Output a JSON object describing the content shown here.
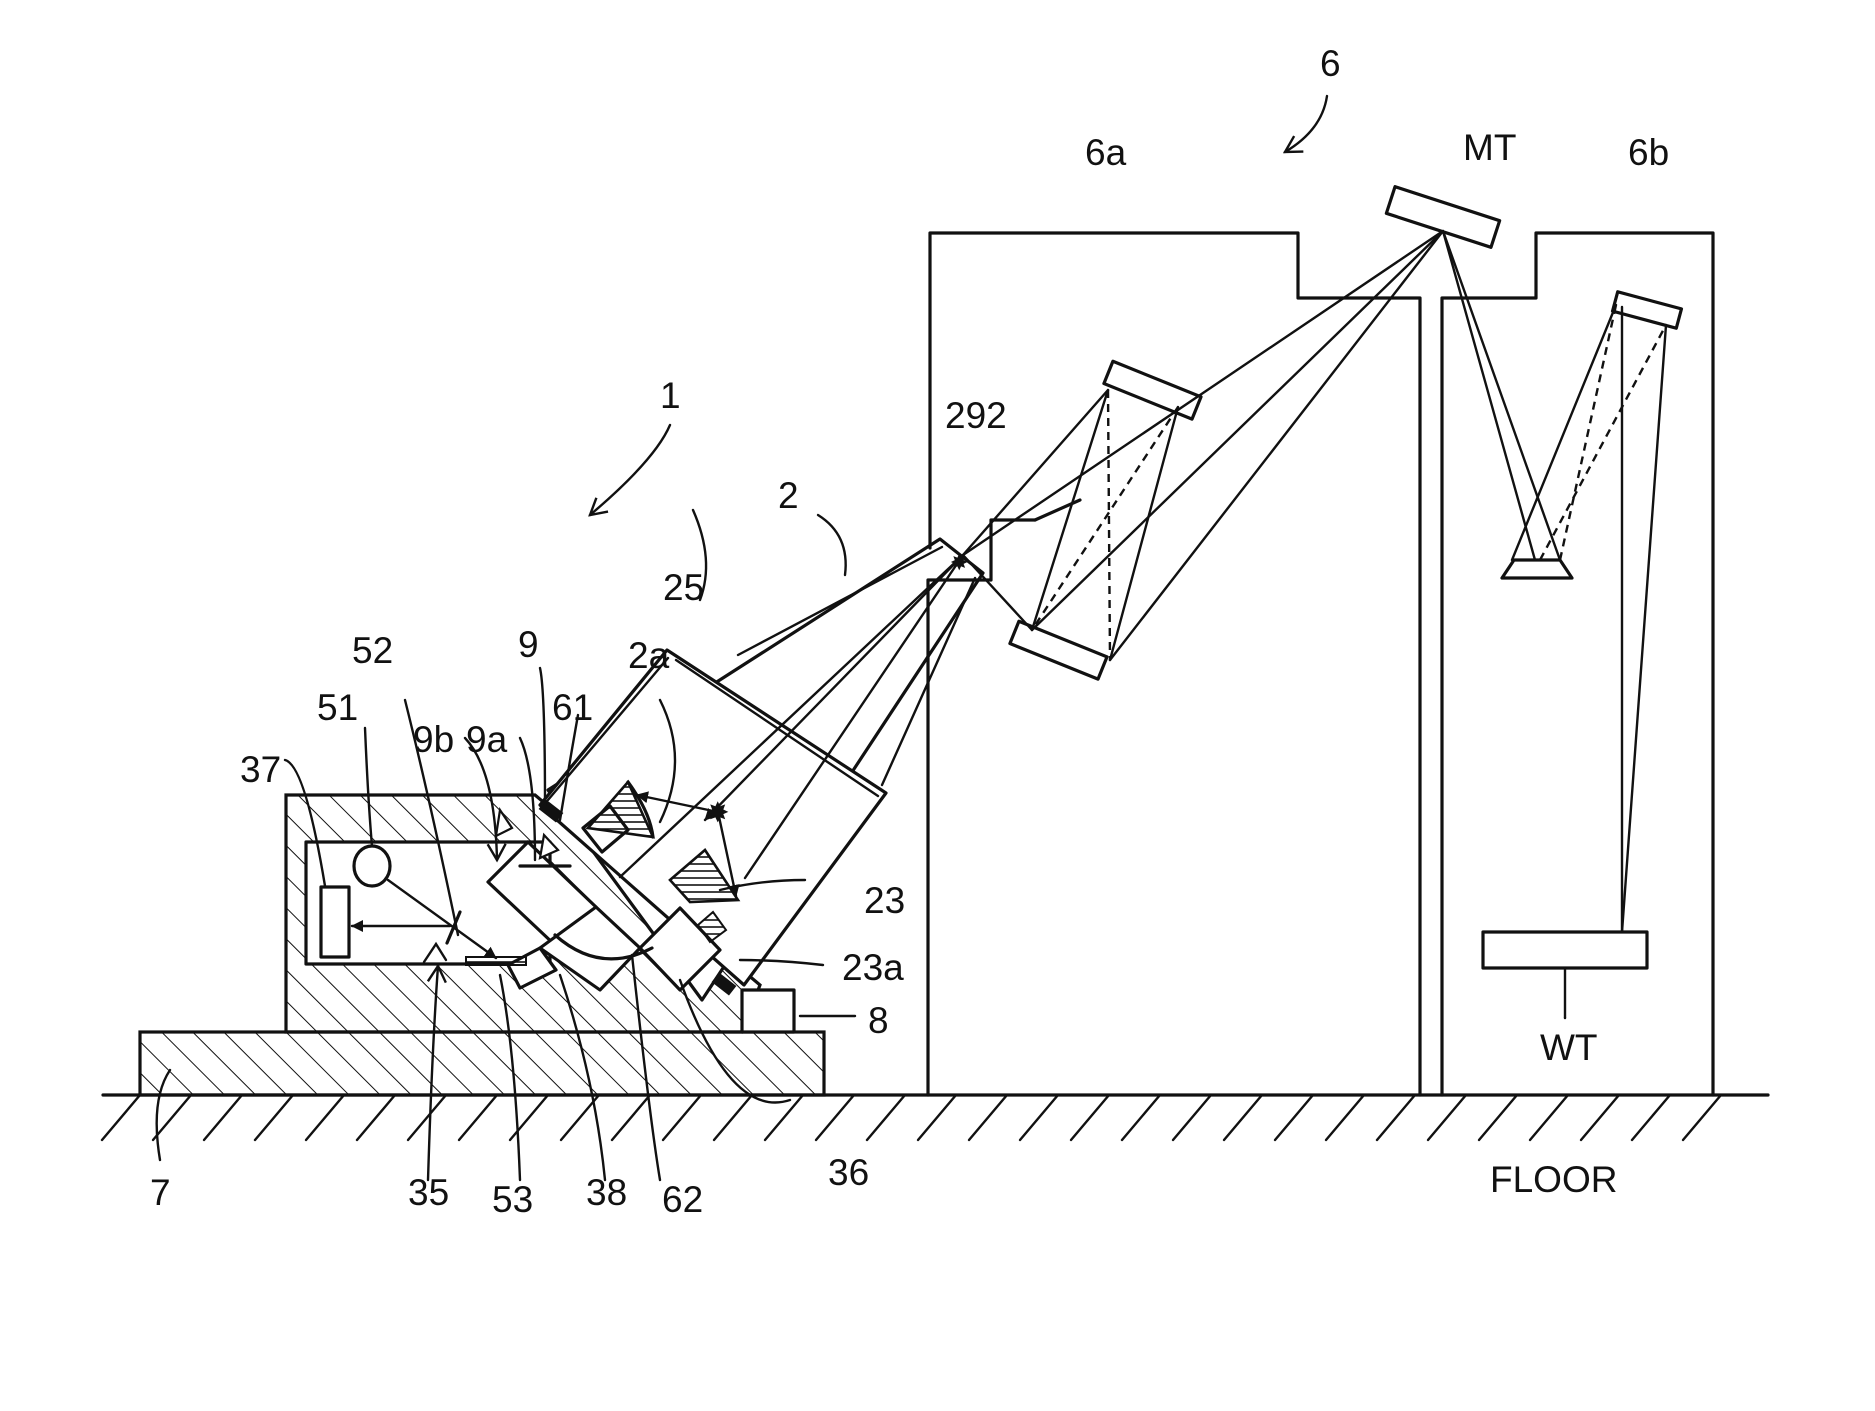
{
  "labels": {
    "l_1": "1",
    "l_2": "2",
    "l_2a": "2a",
    "l_6": "6",
    "l_6a": "6a",
    "l_6b": "6b",
    "l_7": "7",
    "l_8": "8",
    "l_9": "9",
    "l_9a": "9a",
    "l_9b": "9b",
    "l_23": "23",
    "l_23a": "23a",
    "l_25": "25",
    "l_35": "35",
    "l_36": "36",
    "l_37": "37",
    "l_38": "38",
    "l_51": "51",
    "l_52": "52",
    "l_53": "53",
    "l_61": "61",
    "l_62": "62",
    "l_292": "292",
    "l_MT": "MT",
    "l_WT": "WT",
    "l_FLOOR": "FLOOR"
  }
}
